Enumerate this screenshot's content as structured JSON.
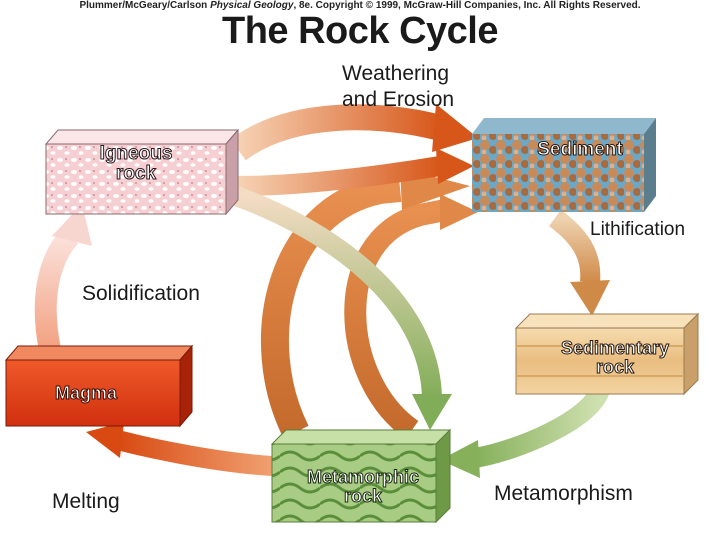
{
  "header": {
    "authors": "Plummer/McGeary/Carlson",
    "book": "Physical Geology",
    "rest": ", 8e.  Copyright © 1999, McGraw-Hill Companies, Inc. All Rights Reserved."
  },
  "title": "The Rock Cycle",
  "nodes": {
    "igneous": {
      "line1": "Igneous",
      "line2": "rock"
    },
    "sediment": {
      "line1": "Sediment"
    },
    "sedimentary": {
      "line1": "Sedimentary",
      "line2": "rock"
    },
    "metamorphic": {
      "line1": "Metamorphic",
      "line2": "rock"
    },
    "magma": {
      "line1": "Magma"
    }
  },
  "processes": {
    "weathering_1": "Weathering",
    "weathering_2": "and Erosion",
    "lithification": "Lithification",
    "solidification": "Solidification",
    "metamorphism": "Metamorphism",
    "melting": "Melting"
  },
  "colors": {
    "arrow_orange": "#d9601c",
    "arrow_green": "#88b060",
    "arrow_tan": "#d99a4a",
    "magma": "#e03a1c",
    "igneous": "#f4c8cc",
    "metamorphic": "#9ec27a",
    "sedimentary": "#ecc98e",
    "sediment": "#b87a4e"
  }
}
